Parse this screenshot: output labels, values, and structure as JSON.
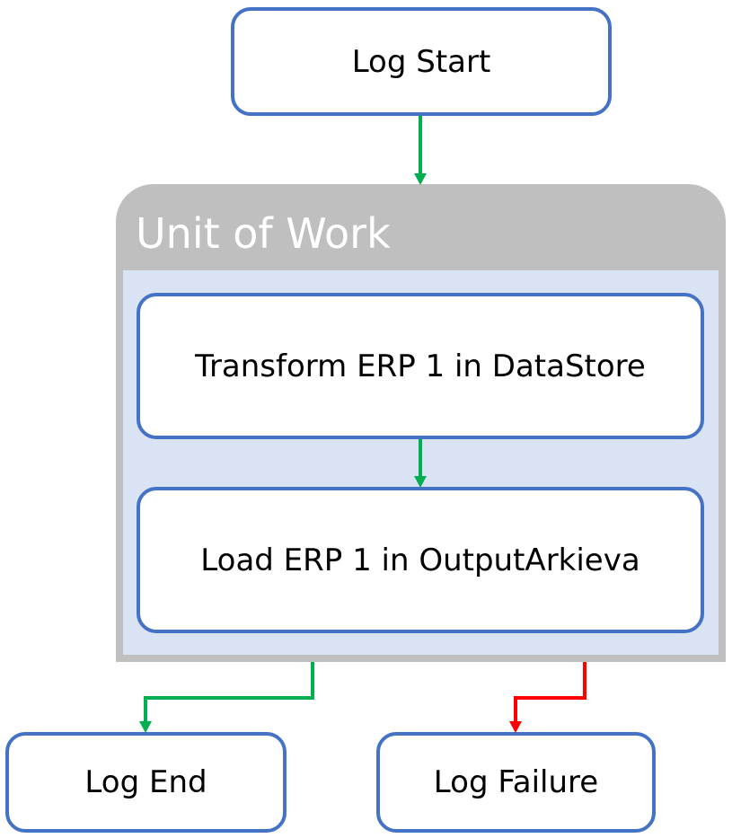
{
  "nodes": {
    "log_start": "Log Start",
    "transform": "Transform ERP 1 in DataStore",
    "load": "Load ERP 1 in OutputArkieva",
    "log_end": "Log End",
    "log_failure": "Log Failure"
  },
  "group": {
    "title": "Unit of Work"
  },
  "edges": [
    {
      "from": "log_start",
      "to": "unit_of_work",
      "status": "success"
    },
    {
      "from": "transform",
      "to": "load",
      "status": "success"
    },
    {
      "from": "unit_of_work",
      "to": "log_end",
      "status": "success"
    },
    {
      "from": "unit_of_work",
      "to": "log_failure",
      "status": "failure"
    }
  ],
  "colors": {
    "node_border": "#4472C4",
    "group_header": "#BFBFBF",
    "group_body": "#DAE3F3",
    "success": "#00B050",
    "failure": "#FF0000"
  }
}
